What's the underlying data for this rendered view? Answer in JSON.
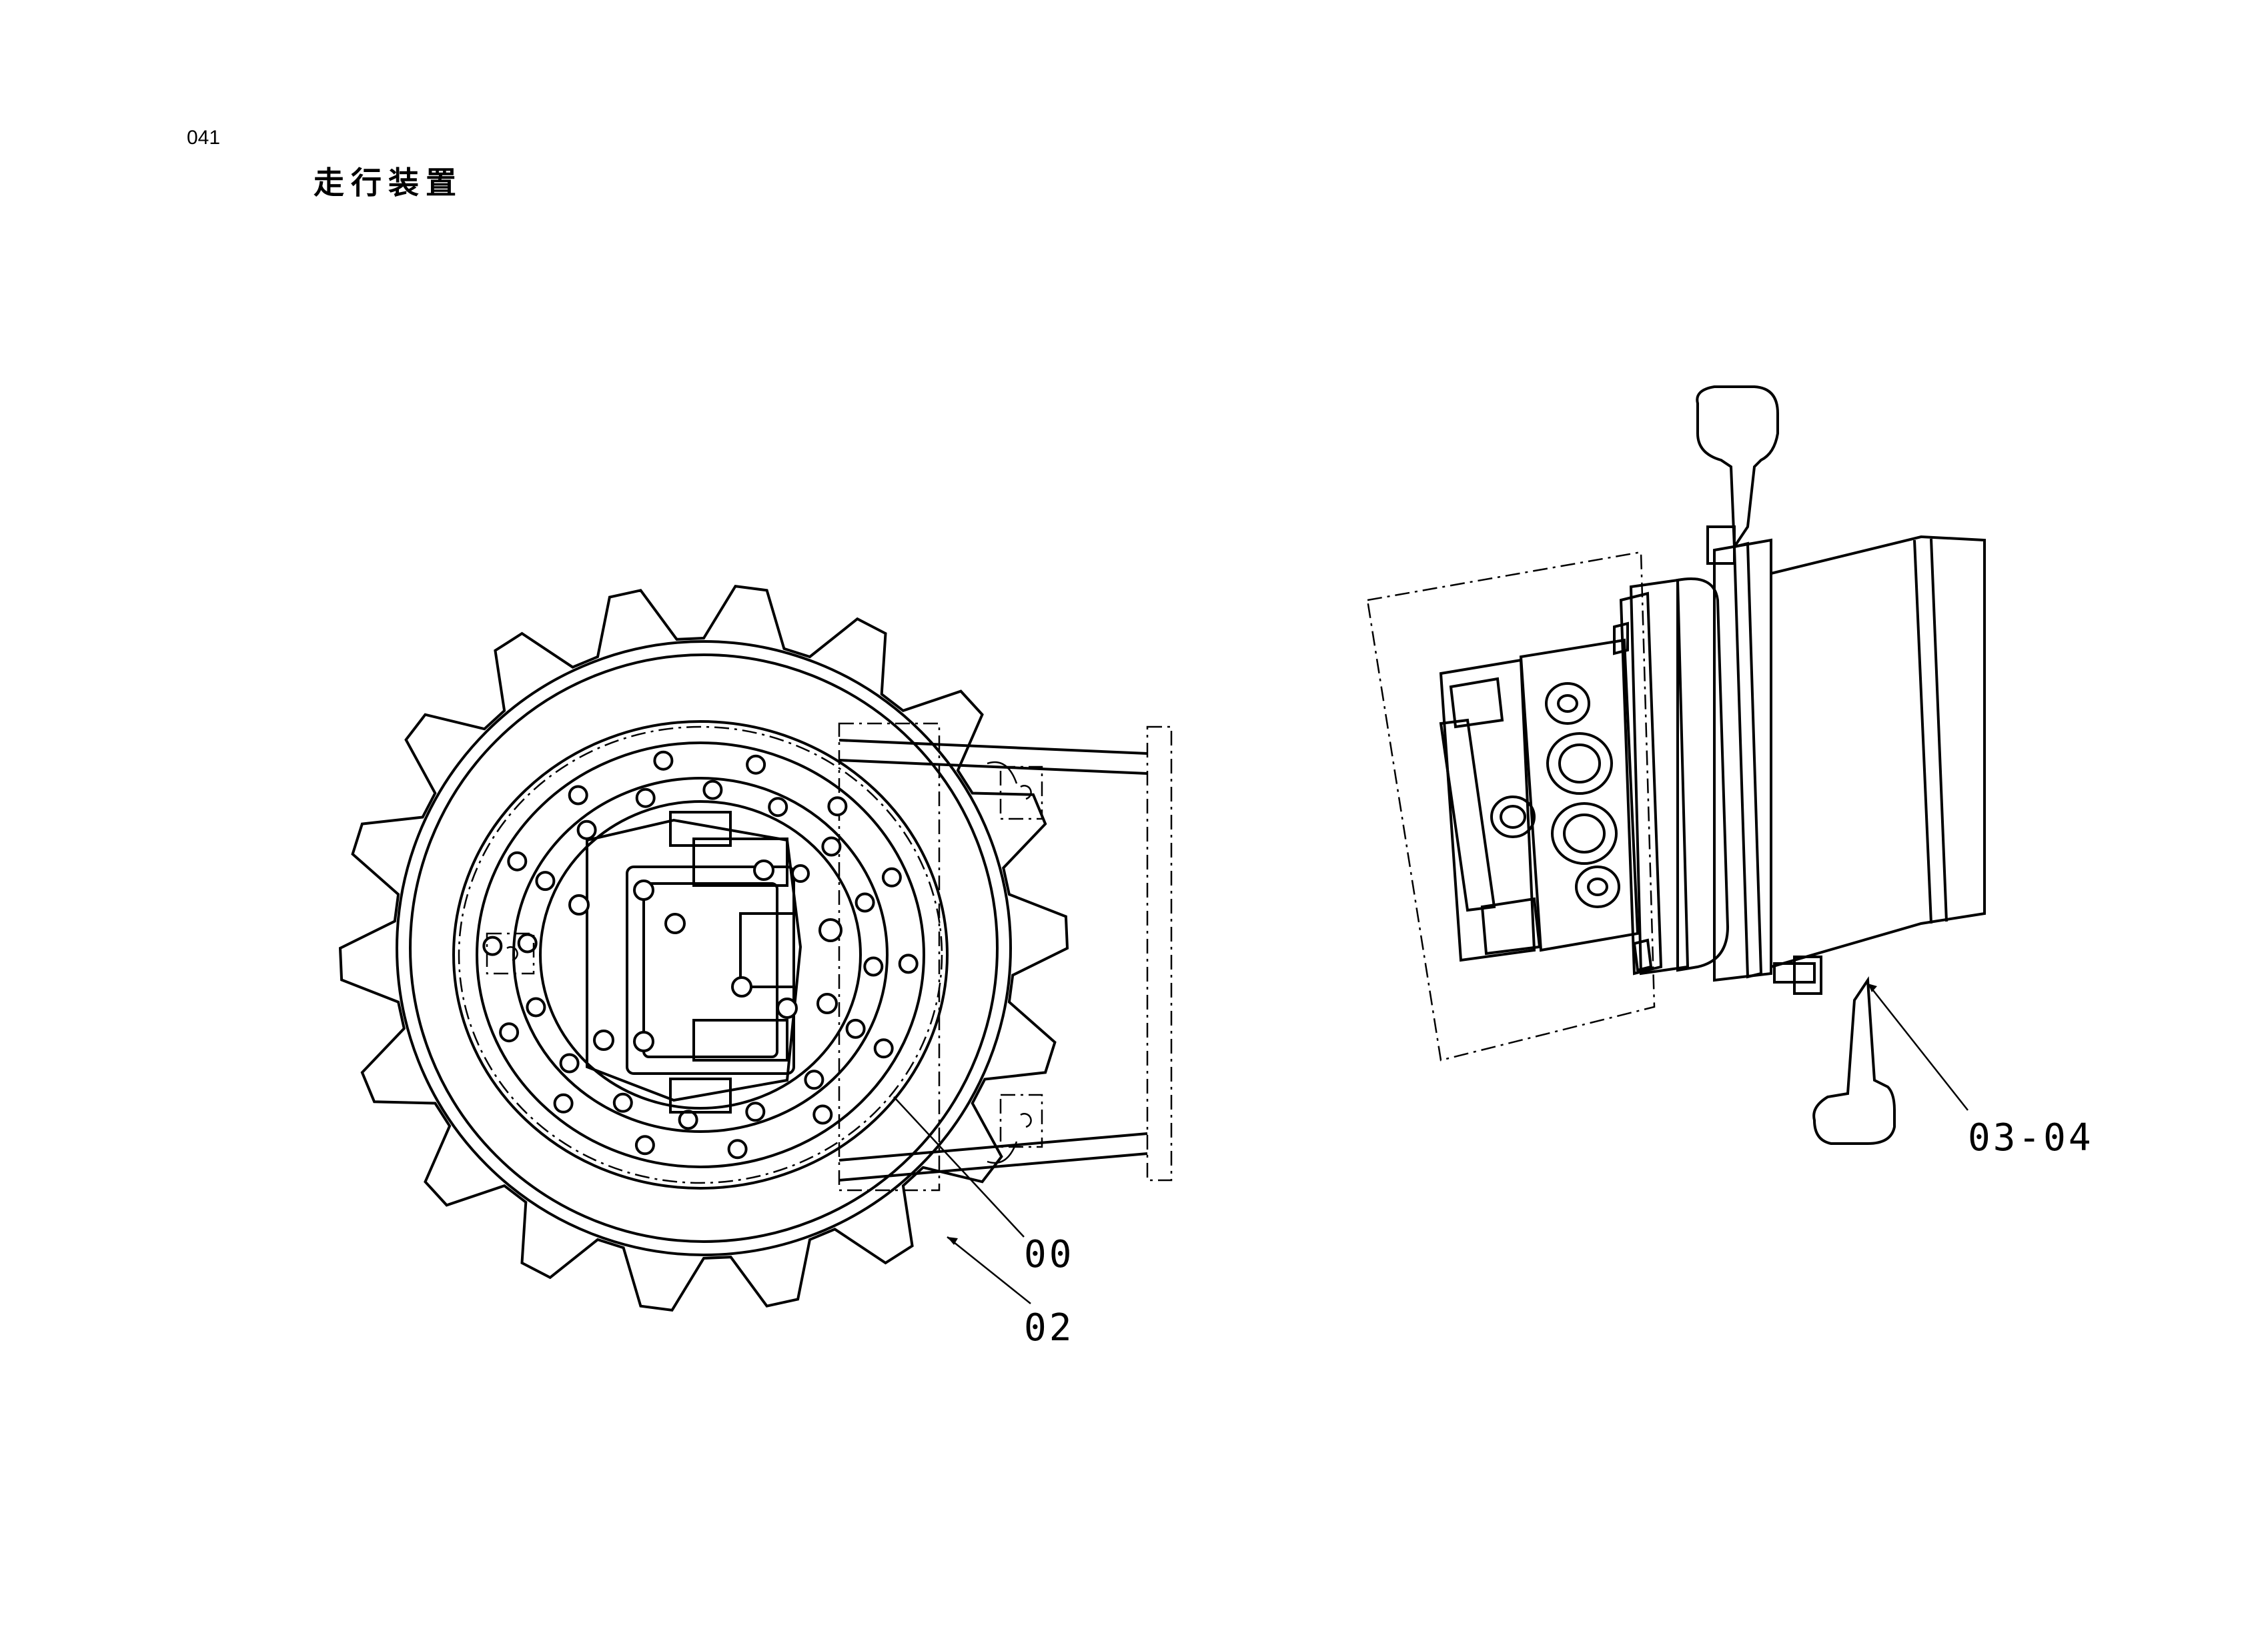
{
  "header": {
    "page_number": "041",
    "title": "走行装置"
  },
  "callouts": [
    {
      "id": "part-00",
      "label": "00"
    },
    {
      "id": "part-02",
      "label": "02"
    },
    {
      "id": "part-03-04",
      "label": "03-04"
    }
  ]
}
